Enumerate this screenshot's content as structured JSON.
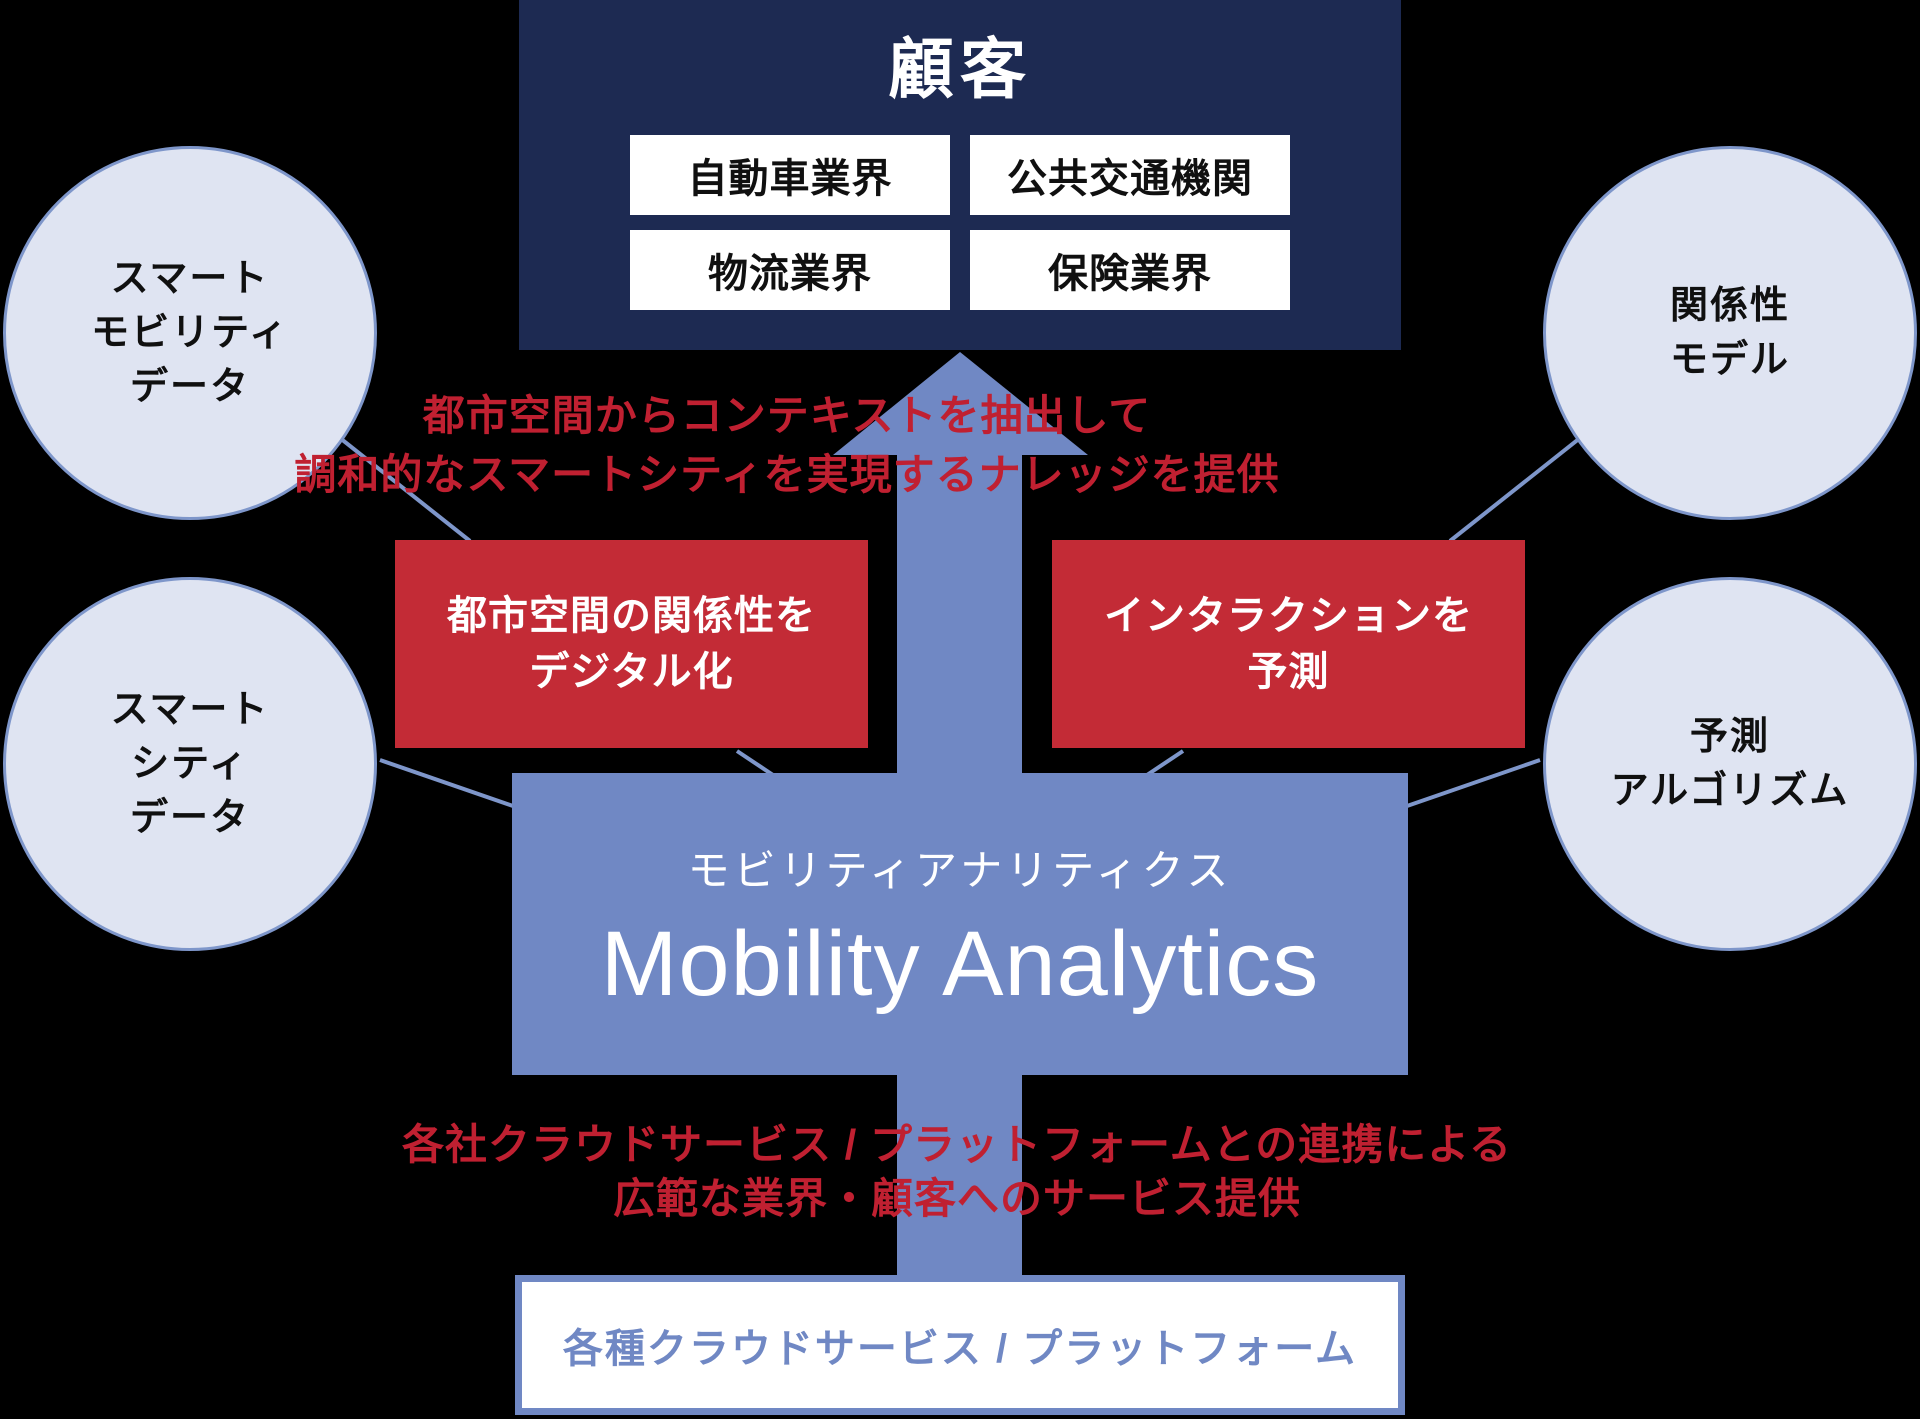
{
  "colors": {
    "background": "#000000",
    "navy_panel": "#1d2a52",
    "red_box": "#c32b36",
    "red_text": "#c02031",
    "blue_arrow": "#7088c4",
    "circle_fill": "#dfe4f2",
    "circle_border": "#7e96ca",
    "white": "#ffffff"
  },
  "customer_panel": {
    "title": "顧客",
    "industries": [
      "自動車業界",
      "公共交通機関",
      "物流業界",
      "保険業界"
    ]
  },
  "left_circles": [
    {
      "lines": [
        "スマート",
        "モビリティ",
        "データ"
      ]
    },
    {
      "lines": [
        "スマート",
        "シティ",
        "データ"
      ]
    }
  ],
  "right_circles": [
    {
      "lines": [
        "関係性",
        "モデル"
      ]
    },
    {
      "lines": [
        "予測",
        "アルゴリズム"
      ]
    }
  ],
  "process_boxes": [
    {
      "lines": [
        "都市空間の関係性を",
        "デジタル化"
      ]
    },
    {
      "lines": [
        "インタラクションを",
        "予測"
      ]
    }
  ],
  "top_message": {
    "lines": [
      "都市空間からコンテキストを抽出して",
      "調和的なスマートシティを実現するナレッジを提供"
    ]
  },
  "bottom_message": {
    "lines": [
      "各社クラウドサービス / プラットフォームとの連携による",
      "広範な業界・顧客へのサービス提供"
    ]
  },
  "core_box": {
    "subtitle": "モビリティアナリティクス",
    "title": "Mobility Analytics"
  },
  "platform_box": {
    "label": "各種クラウドサービス / プラットフォーム"
  }
}
